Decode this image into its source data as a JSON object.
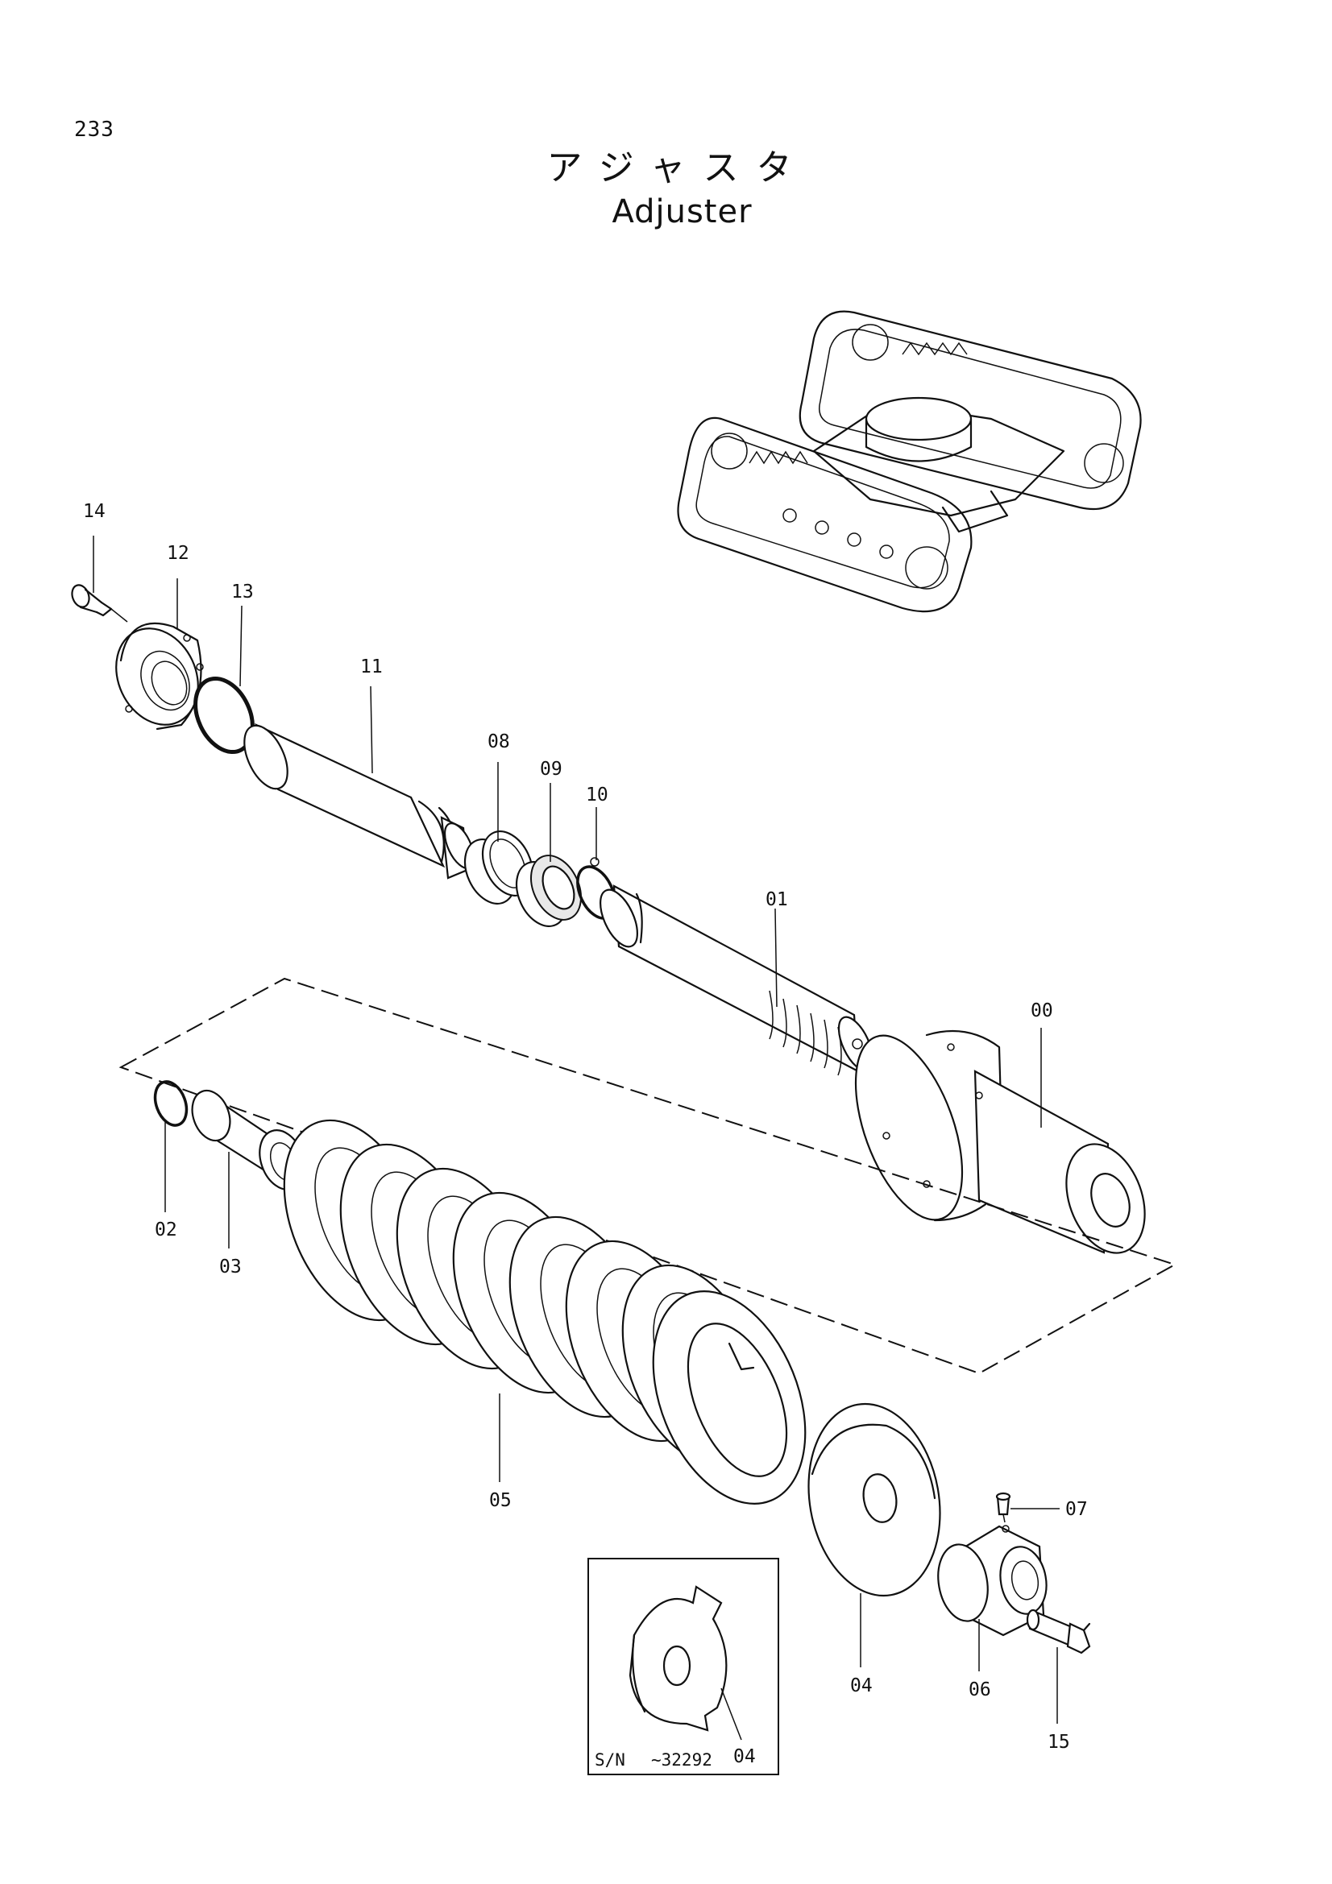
{
  "page_number": "233",
  "title_jp": "アジャスタ",
  "title_en": "Adjuster",
  "parts": [
    {
      "id": "00"
    },
    {
      "id": "01"
    },
    {
      "id": "02"
    },
    {
      "id": "03"
    },
    {
      "id": "04"
    },
    {
      "id": "05"
    },
    {
      "id": "06"
    },
    {
      "id": "07"
    },
    {
      "id": "08"
    },
    {
      "id": "09"
    },
    {
      "id": "10"
    },
    {
      "id": "11"
    },
    {
      "id": "12"
    },
    {
      "id": "13"
    },
    {
      "id": "14"
    },
    {
      "id": "15"
    }
  ],
  "inset": {
    "part": "04",
    "serial_label": "S/N",
    "serial_range": "~32292"
  }
}
